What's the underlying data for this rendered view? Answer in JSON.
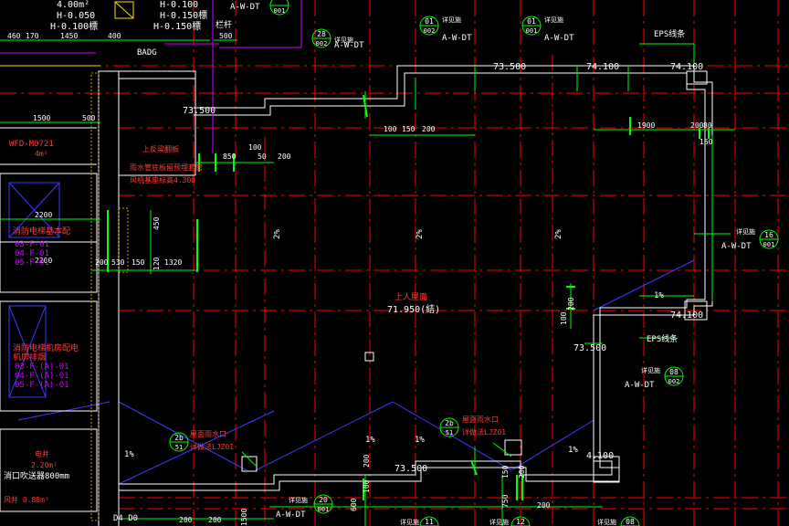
{
  "colors": {
    "background": "#000000",
    "wall": "#ffffff",
    "axis": "#ff0000",
    "dimension": "#00ff00",
    "annotation": "#ff3b3b",
    "text_white": "#ffffff",
    "detail_tag": "#ffffff",
    "magenta": "#d000ff",
    "blue": "#3a3aff",
    "cyan": "#00e5ff",
    "yellow": "#f0e000"
  },
  "elevations": {
    "top_left_1": "4.00m²",
    "top_left_2": "H-0.050",
    "top_left_3": "H-0.100標",
    "top_mid_1": "H-0.100",
    "top_mid_2": "H-0.150標",
    "top_mid_3": "H-0.150標",
    "roof_a": "73.500",
    "roof_b": "74.100",
    "roof_c": "74.100",
    "roof_d": "73.500",
    "roof_e": "74.100",
    "roof_f": "73.500",
    "roof_g": "73.500",
    "roof_h": "4.100",
    "roof_center_title": "上人屋面",
    "roof_center_level": "71.950(結)"
  },
  "dimensions": {
    "d_460": "460",
    "d_170": "170",
    "d_1450": "1450",
    "d_400": "400",
    "d_500": "500",
    "d_1500": "1500",
    "d_500b": "500",
    "d_100": "100",
    "d_150": "150",
    "d_200": "200",
    "d_850": "850",
    "d_100b": "100",
    "d_50": "50",
    "d_200b": "200",
    "d_1900": "1900",
    "d_200c": "200",
    "d_80": "80",
    "d_150b": "150",
    "d_2200": "2200",
    "d_2200b": "2200",
    "d_200d": "200",
    "d_530": "530",
    "d_150c": "150",
    "d_1320": "1320",
    "d_450": "450",
    "d_150d": "150",
    "d_120": "120",
    "d_100c": "100",
    "d_200e": "200",
    "d_200f": "200",
    "d_200g": "200",
    "d_150e": "150",
    "d_200h": "200",
    "d_750": "750",
    "d_100d": "100",
    "d_200i": "200",
    "d_600": "600",
    "d_200j": "200",
    "d_1500b": "1500"
  },
  "slopes": {
    "s1": "1%",
    "s2": "2%",
    "s3": "2%",
    "s4": "2%",
    "s5": "1%",
    "s6": "1%",
    "s7": "1%",
    "s8": "1%",
    "s9": "1%"
  },
  "notes": {
    "n1": "上反梁翻板",
    "n2": "雨水管底板留预埋套管",
    "n3": "风机基座标高4.300",
    "n4": "屋面雨水口",
    "n5": "详做法LJZ01",
    "n6": "屋面雨水口",
    "n7": "详做法LJZ01",
    "eps1": "EPS线条",
    "eps2": "EPS线条",
    "parapet": "栏杆",
    "badge": "BADG",
    "well_left": "电井",
    "well_area": "2.20m²",
    "wind_well": "风井 0.88m²",
    "hydrant": "消口吹送器800mm",
    "d4": "D4 D0"
  },
  "legend_left": {
    "title1": "消防电梯基本配",
    "lines1": [
      "03-F-01",
      "04-F-01",
      "05-F-01"
    ],
    "title2": "消防电梯机房配电",
    "title2b": "机房排烟",
    "lines2": [
      "03-F-(A)-01",
      "04-F-(A)-01",
      "05-F-(A)-01"
    ],
    "left_tag": "WFD-M0721",
    "left_area": "4m²"
  },
  "tags": [
    {
      "id": "t28",
      "label": "详见施",
      "top": "28",
      "bottom": "002",
      "ref": "A-W-DT"
    },
    {
      "id": "t01a",
      "label": "详见施",
      "top": "01",
      "bottom": "002",
      "ref": "A-W-DT"
    },
    {
      "id": "t01b",
      "label": "详见施",
      "top": "01",
      "bottom": "001",
      "ref": "A-W-DT"
    },
    {
      "id": "t16",
      "label": "详见施",
      "top": "16",
      "bottom": "001",
      "ref": "A-W-DT"
    },
    {
      "id": "t08",
      "label": "详见施",
      "top": "08",
      "bottom": "002",
      "ref": "A-W-DT"
    },
    {
      "id": "t20",
      "label": "详见施",
      "top": "20",
      "bottom": "001",
      "ref": "A-W-DT"
    },
    {
      "id": "t001top",
      "label": "",
      "top": "",
      "bottom": "001",
      "ref": "A-W-DT"
    },
    {
      "id": "t2b1",
      "label": "",
      "top": "2b",
      "bottom": "51",
      "ref": ""
    },
    {
      "id": "t2b2",
      "label": "",
      "top": "2b",
      "bottom": "51",
      "ref": ""
    },
    {
      "id": "t11",
      "label": "详见施",
      "top": "11",
      "bottom": "",
      "ref": ""
    },
    {
      "id": "t12",
      "label": "详见施",
      "top": "12",
      "bottom": "",
      "ref": ""
    },
    {
      "id": "t08b",
      "label": "详见施",
      "top": "08",
      "bottom": "",
      "ref": ""
    }
  ]
}
